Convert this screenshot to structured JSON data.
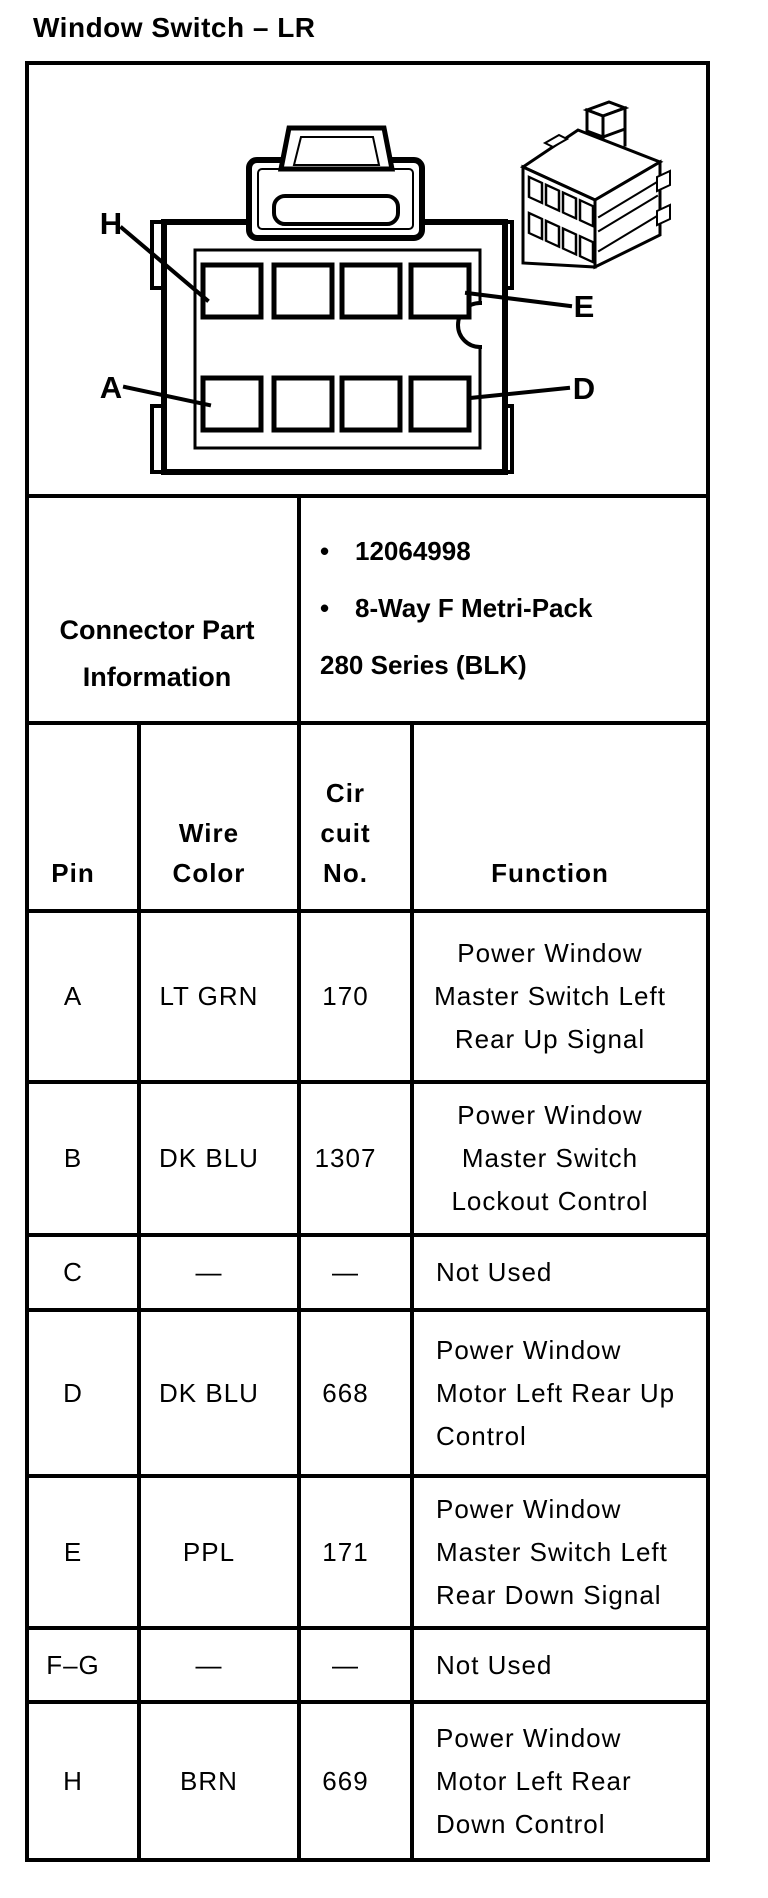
{
  "title": "Window Switch – LR",
  "connector_diagram": {
    "pin_labels": {
      "top_left": "H",
      "bottom_left": "A",
      "top_right": "E",
      "bottom_right": "D"
    }
  },
  "connector_part_info": {
    "heading_lines": [
      "Connector Part",
      "Information"
    ],
    "bullet_char": "•",
    "bullet_items": [
      "12064998",
      "8-Way F Metri-Pack"
    ],
    "continuation_line": "280 Series (BLK)"
  },
  "pin_table": {
    "header": {
      "pin_lines": [
        "Pin"
      ],
      "wire_color_lines": [
        "Wire",
        "Color"
      ],
      "circuit_lines": [
        "Cir",
        "cuit",
        "No."
      ],
      "function_lines": [
        "Function"
      ]
    },
    "rows": [
      {
        "pin": "A",
        "wire_color": "LT GRN",
        "circuit": "170",
        "function_lines": [
          "Power Window",
          "Master Switch Left",
          "Rear Up Signal"
        ]
      },
      {
        "pin": "B",
        "wire_color": "DK BLU",
        "circuit": "1307",
        "function_lines": [
          "Power Window",
          "Master Switch",
          "Lockout Control"
        ]
      },
      {
        "pin": "C",
        "wire_color": "—",
        "circuit": "—",
        "function_lines": [
          "Not Used"
        ]
      },
      {
        "pin": "D",
        "wire_color": "DK BLU",
        "circuit": "668",
        "function_lines": [
          "Power Window",
          "Motor Left Rear Up",
          "Control"
        ]
      },
      {
        "pin": "E",
        "wire_color": "PPL",
        "circuit": "171",
        "function_lines": [
          "Power Window",
          "Master Switch Left",
          "Rear Down Signal"
        ]
      },
      {
        "pin": "F–G",
        "wire_color": "—",
        "circuit": "—",
        "function_lines": [
          "Not Used"
        ]
      },
      {
        "pin": "H",
        "wire_color": "BRN",
        "circuit": "669",
        "function_lines": [
          "Power Window",
          "Motor Left Rear",
          "Down Control"
        ]
      }
    ]
  },
  "colors": {
    "ink": "#000000",
    "paper": "#ffffff"
  }
}
